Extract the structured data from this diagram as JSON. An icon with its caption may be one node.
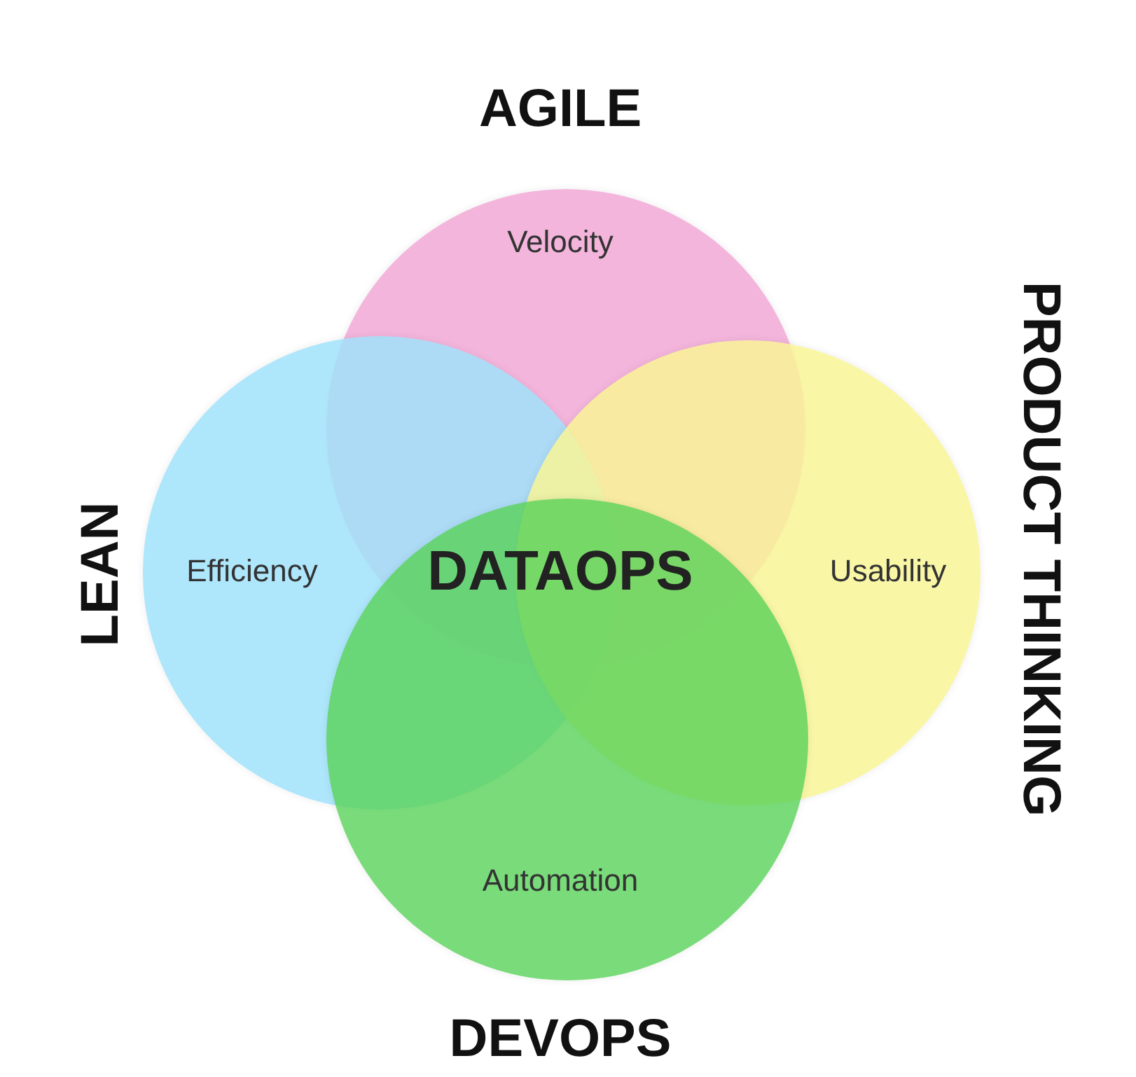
{
  "diagram": {
    "nodes": [
      {
        "text": [
          "AGILE",
          "Velocity"
        ]
      },
      {
        "text": [
          "LEAN",
          "Efficiency"
        ]
      },
      {
        "text": [
          "PRODUCT THINKING",
          "Usability"
        ]
      },
      {
        "text": [
          "Automation",
          "DEVOPS"
        ]
      }
    ],
    "labels": [
      "DATAOPS"
    ]
  }
}
